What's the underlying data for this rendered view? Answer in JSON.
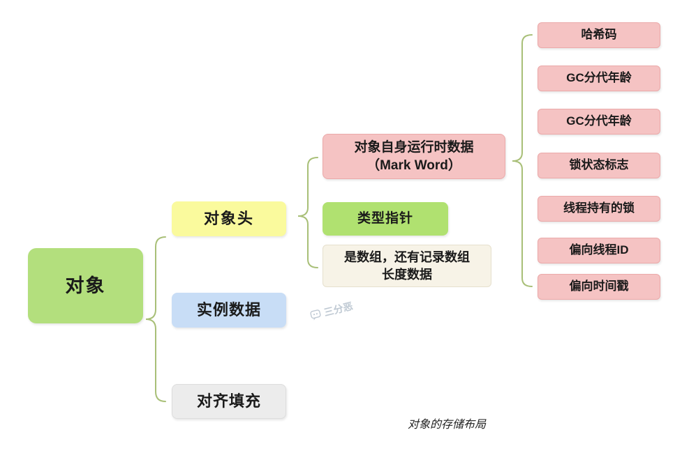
{
  "caption": "对象的存储布局",
  "watermark": "三分恶",
  "root": {
    "label": "对象"
  },
  "level1": [
    {
      "label": "对象头"
    },
    {
      "label": "实例数据"
    },
    {
      "label": "对齐填充"
    }
  ],
  "level2": {
    "mark_word": {
      "line1": "对象自身运行时数据",
      "line2": "（Mark Word）"
    },
    "type_pointer": {
      "label": "类型指针"
    },
    "array_note": {
      "line1": "是数组，还有记录数组",
      "line2": "长度数据"
    }
  },
  "mark_word_children": [
    {
      "label": "哈希码"
    },
    {
      "label": "GC分代年龄"
    },
    {
      "label": "GC分代年龄"
    },
    {
      "label": "锁状态标志"
    },
    {
      "label": "线程持有的锁"
    },
    {
      "label": "偏向线程ID"
    },
    {
      "label": "偏向时间戳"
    }
  ],
  "colors": {
    "root_fill": "#b3df7d",
    "header_fill": "#fafa9d",
    "instance_fill": "#c8ddf6",
    "padding_fill": "#ececec",
    "mark_word_fill": "#f5c3c3",
    "type_pointer_fill": "#b0e170",
    "array_note_fill": "#f7f3e7",
    "leaf_fill": "#f5c3c3",
    "brace_stroke": "#a8bf77"
  }
}
